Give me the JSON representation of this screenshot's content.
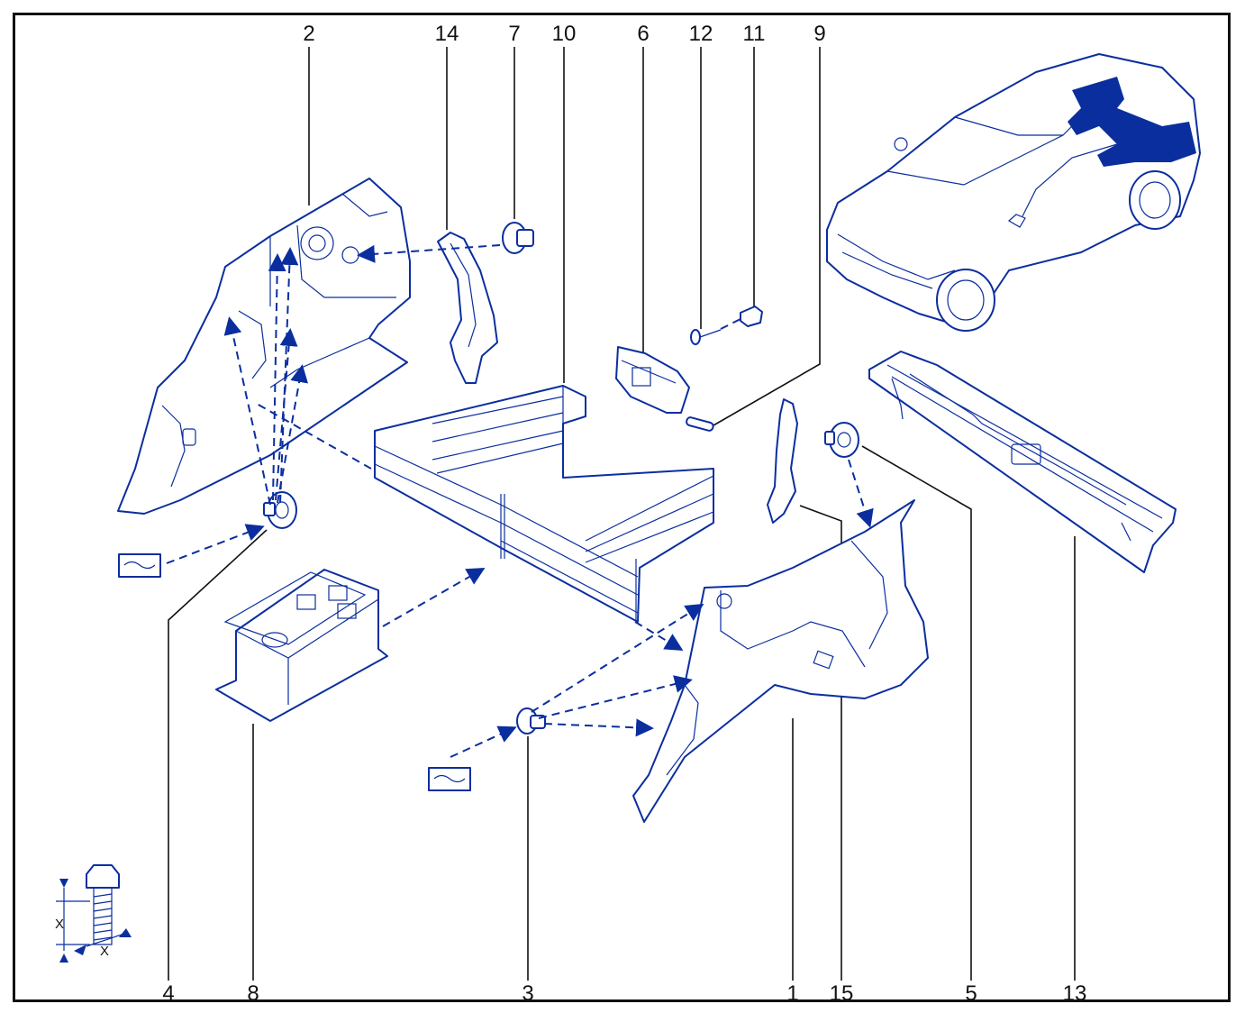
{
  "colors": {
    "line": "#0b2e9e",
    "callout": "#111111",
    "background": "#ffffff"
  },
  "callouts": {
    "c2": "2",
    "c14": "14",
    "c7": "7",
    "c10": "10",
    "c6": "6",
    "c12": "12",
    "c11": "11",
    "c9": "9",
    "c4": "4",
    "c8": "8",
    "c3": "3",
    "c1": "1",
    "c15": "15",
    "c5": "5",
    "c13": "13"
  },
  "torque_symbol": {
    "dim_label_a": "X",
    "dim_label_b": "X"
  }
}
